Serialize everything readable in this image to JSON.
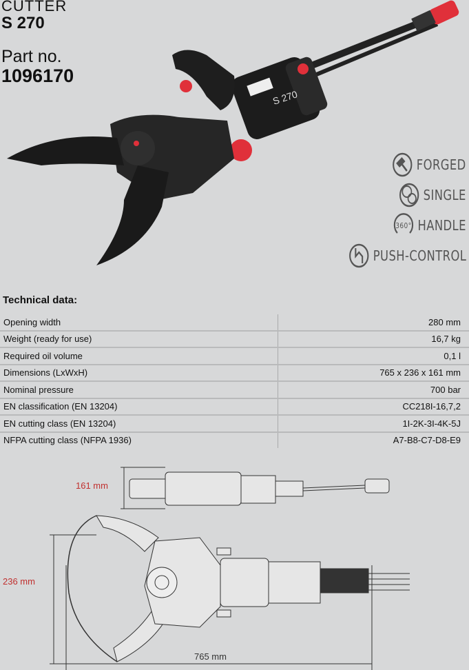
{
  "product": {
    "type": "CUTTER",
    "model": "S 270",
    "part_label": "Part no.",
    "part_number": "1096170"
  },
  "features": [
    {
      "icon": "hammer-icon",
      "label": "FORGED"
    },
    {
      "icon": "single-circles-icon",
      "label": "SINGLE"
    },
    {
      "icon": "rotate-360-icon",
      "label": "HANDLE",
      "icon_text": "360°"
    },
    {
      "icon": "push-control-icon",
      "label": "PUSH-CONTROL"
    }
  ],
  "tool_label": "S 270",
  "technical": {
    "title": "Technical data:",
    "rows": [
      {
        "label": "Opening width",
        "value": "280 mm"
      },
      {
        "label": "Weight (ready for use)",
        "value": "16,7 kg"
      },
      {
        "label": "Required oil volume",
        "value": "0,1 l"
      },
      {
        "label": "Dimensions (LxWxH)",
        "value": "765 x 236 x 161 mm"
      },
      {
        "label": "Nominal pressure",
        "value": "700 bar"
      },
      {
        "label": "EN classification (EN 13204)",
        "value": "CC218I-16,7,2"
      },
      {
        "label": "EN cutting class (EN 13204)",
        "value": "1I-2K-3I-4K-5J"
      },
      {
        "label": "NFPA cutting class (NFPA 1936)",
        "value": "A7-B8-C7-D8-E9"
      }
    ]
  },
  "dimensions": {
    "height": "161 mm",
    "width": "236 mm",
    "length": "765 mm"
  },
  "colors": {
    "accent": "#e0303a",
    "dim_red": "#c0302f",
    "background": "#d7d8d9"
  }
}
